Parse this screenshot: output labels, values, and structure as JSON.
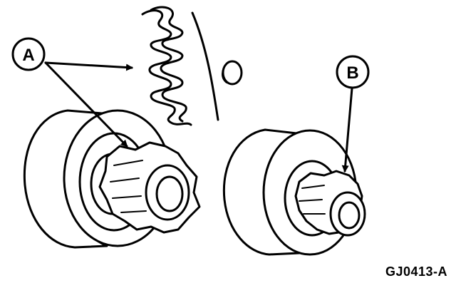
{
  "callouts": {
    "a": "A",
    "b": "B"
  },
  "figure_id": "GJ0413-A",
  "colors": {
    "ink": "#000000",
    "paper": "#ffffff"
  }
}
